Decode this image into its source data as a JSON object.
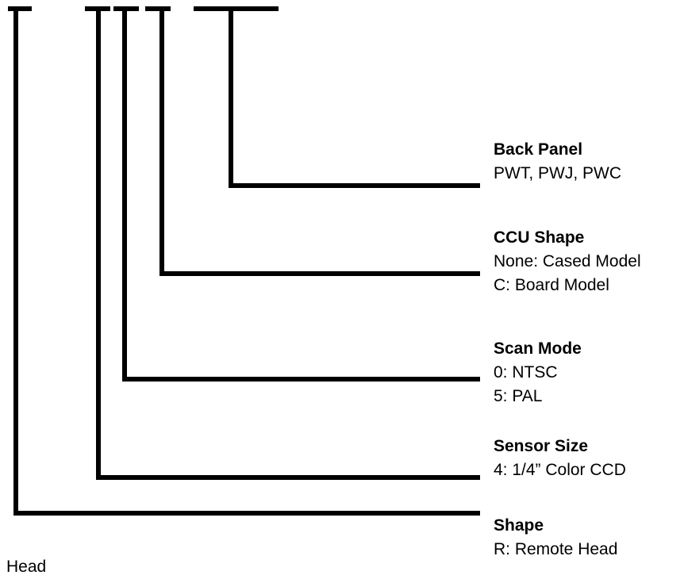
{
  "segments": {
    "shape": {
      "title": "Shape",
      "options": [
        "R: Remote Head"
      ]
    },
    "sensor_size": {
      "title": "Sensor Size",
      "options": [
        "4: 1/4” Color CCD"
      ]
    },
    "scan_mode": {
      "title": "Scan Mode",
      "options": [
        "0: NTSC",
        "5: PAL"
      ]
    },
    "ccu_shape": {
      "title": "CCU Shape",
      "options": [
        "None: Cased Model",
        "C: Board Model"
      ]
    },
    "back_panel": {
      "title": "Back Panel",
      "options": [
        "PWT, PWJ, PWC"
      ]
    }
  },
  "partial_text": "Head",
  "colors": {
    "line": "#000000",
    "background": "#ffffff"
  }
}
